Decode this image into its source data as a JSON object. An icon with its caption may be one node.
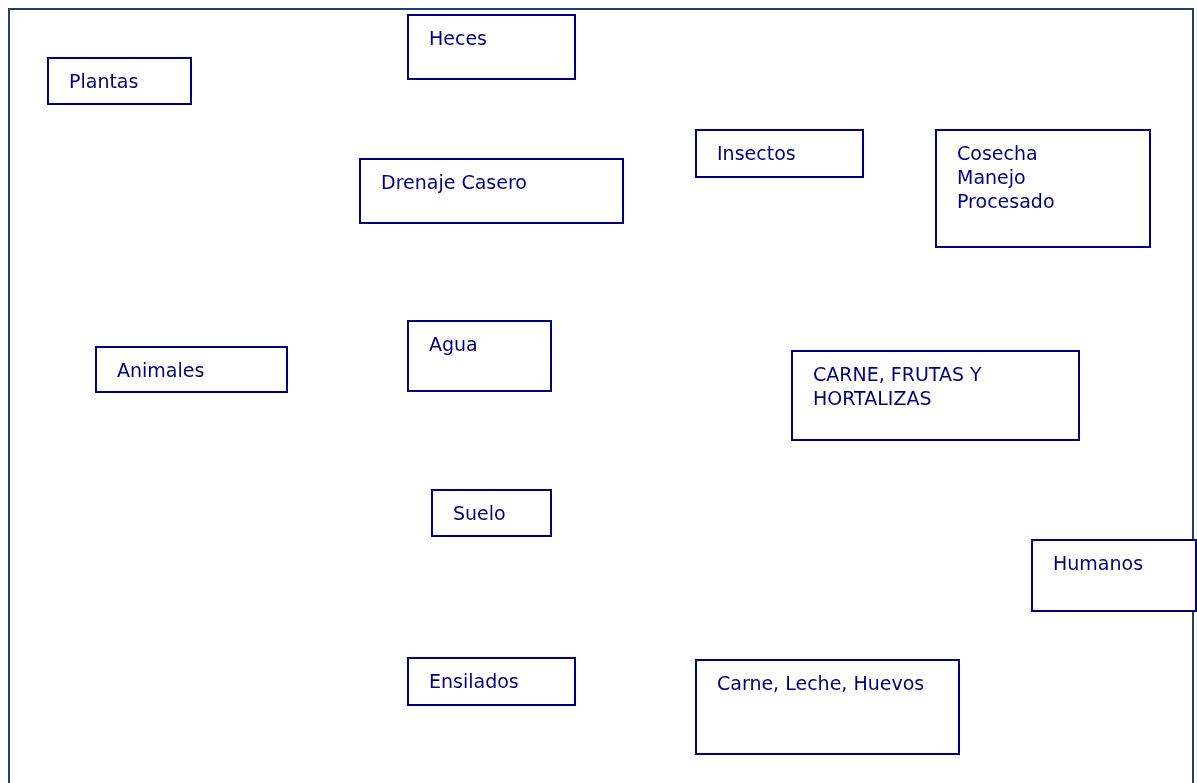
{
  "diagram": {
    "nodes": [
      {
        "text": [
          "Heces"
        ]
      },
      {
        "text": [
          "Plantas"
        ]
      },
      {
        "text": [
          "Insectos"
        ]
      },
      {
        "text": [
          "Cosecha",
          "Manejo",
          "Procesado"
        ]
      },
      {
        "text": [
          "Drenaje Casero"
        ]
      },
      {
        "text": [
          "Agua"
        ]
      },
      {
        "text": [
          "Animales"
        ]
      },
      {
        "text": [
          "CARNE, FRUTAS Y HORTALIZAS"
        ]
      },
      {
        "text": [
          "Suelo"
        ]
      },
      {
        "text": [
          "Humanos"
        ]
      },
      {
        "text": [
          "Ensilados"
        ]
      },
      {
        "text": [
          "Carne, Leche, Huevos"
        ]
      }
    ]
  }
}
